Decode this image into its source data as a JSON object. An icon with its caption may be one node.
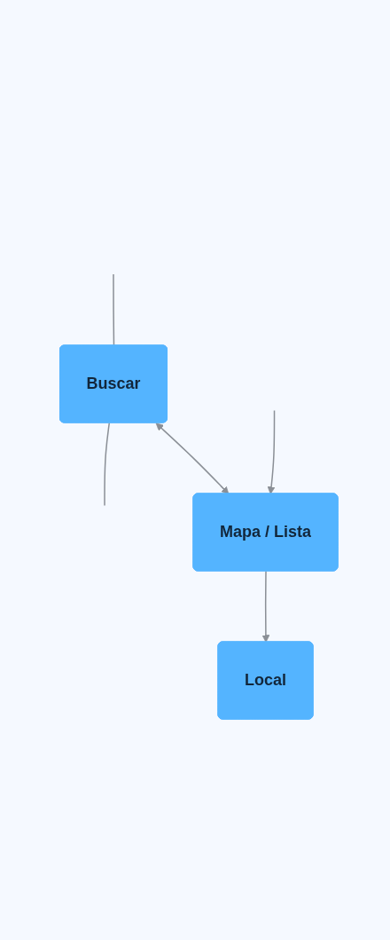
{
  "diagram": {
    "nodes": [
      {
        "text": [
          "Buscar"
        ]
      },
      {
        "text": [
          "Mapa / Lista"
        ]
      },
      {
        "text": [
          "Local"
        ]
      }
    ],
    "edges": [
      {
        "from": null,
        "to": 0,
        "arrow": "none"
      },
      {
        "from": 0,
        "to": null,
        "arrow": "none"
      },
      {
        "from": 0,
        "to": 1,
        "arrow": "both"
      },
      {
        "from": null,
        "to": 1,
        "arrow": "to"
      },
      {
        "from": 1,
        "to": 2,
        "arrow": "to"
      }
    ]
  }
}
